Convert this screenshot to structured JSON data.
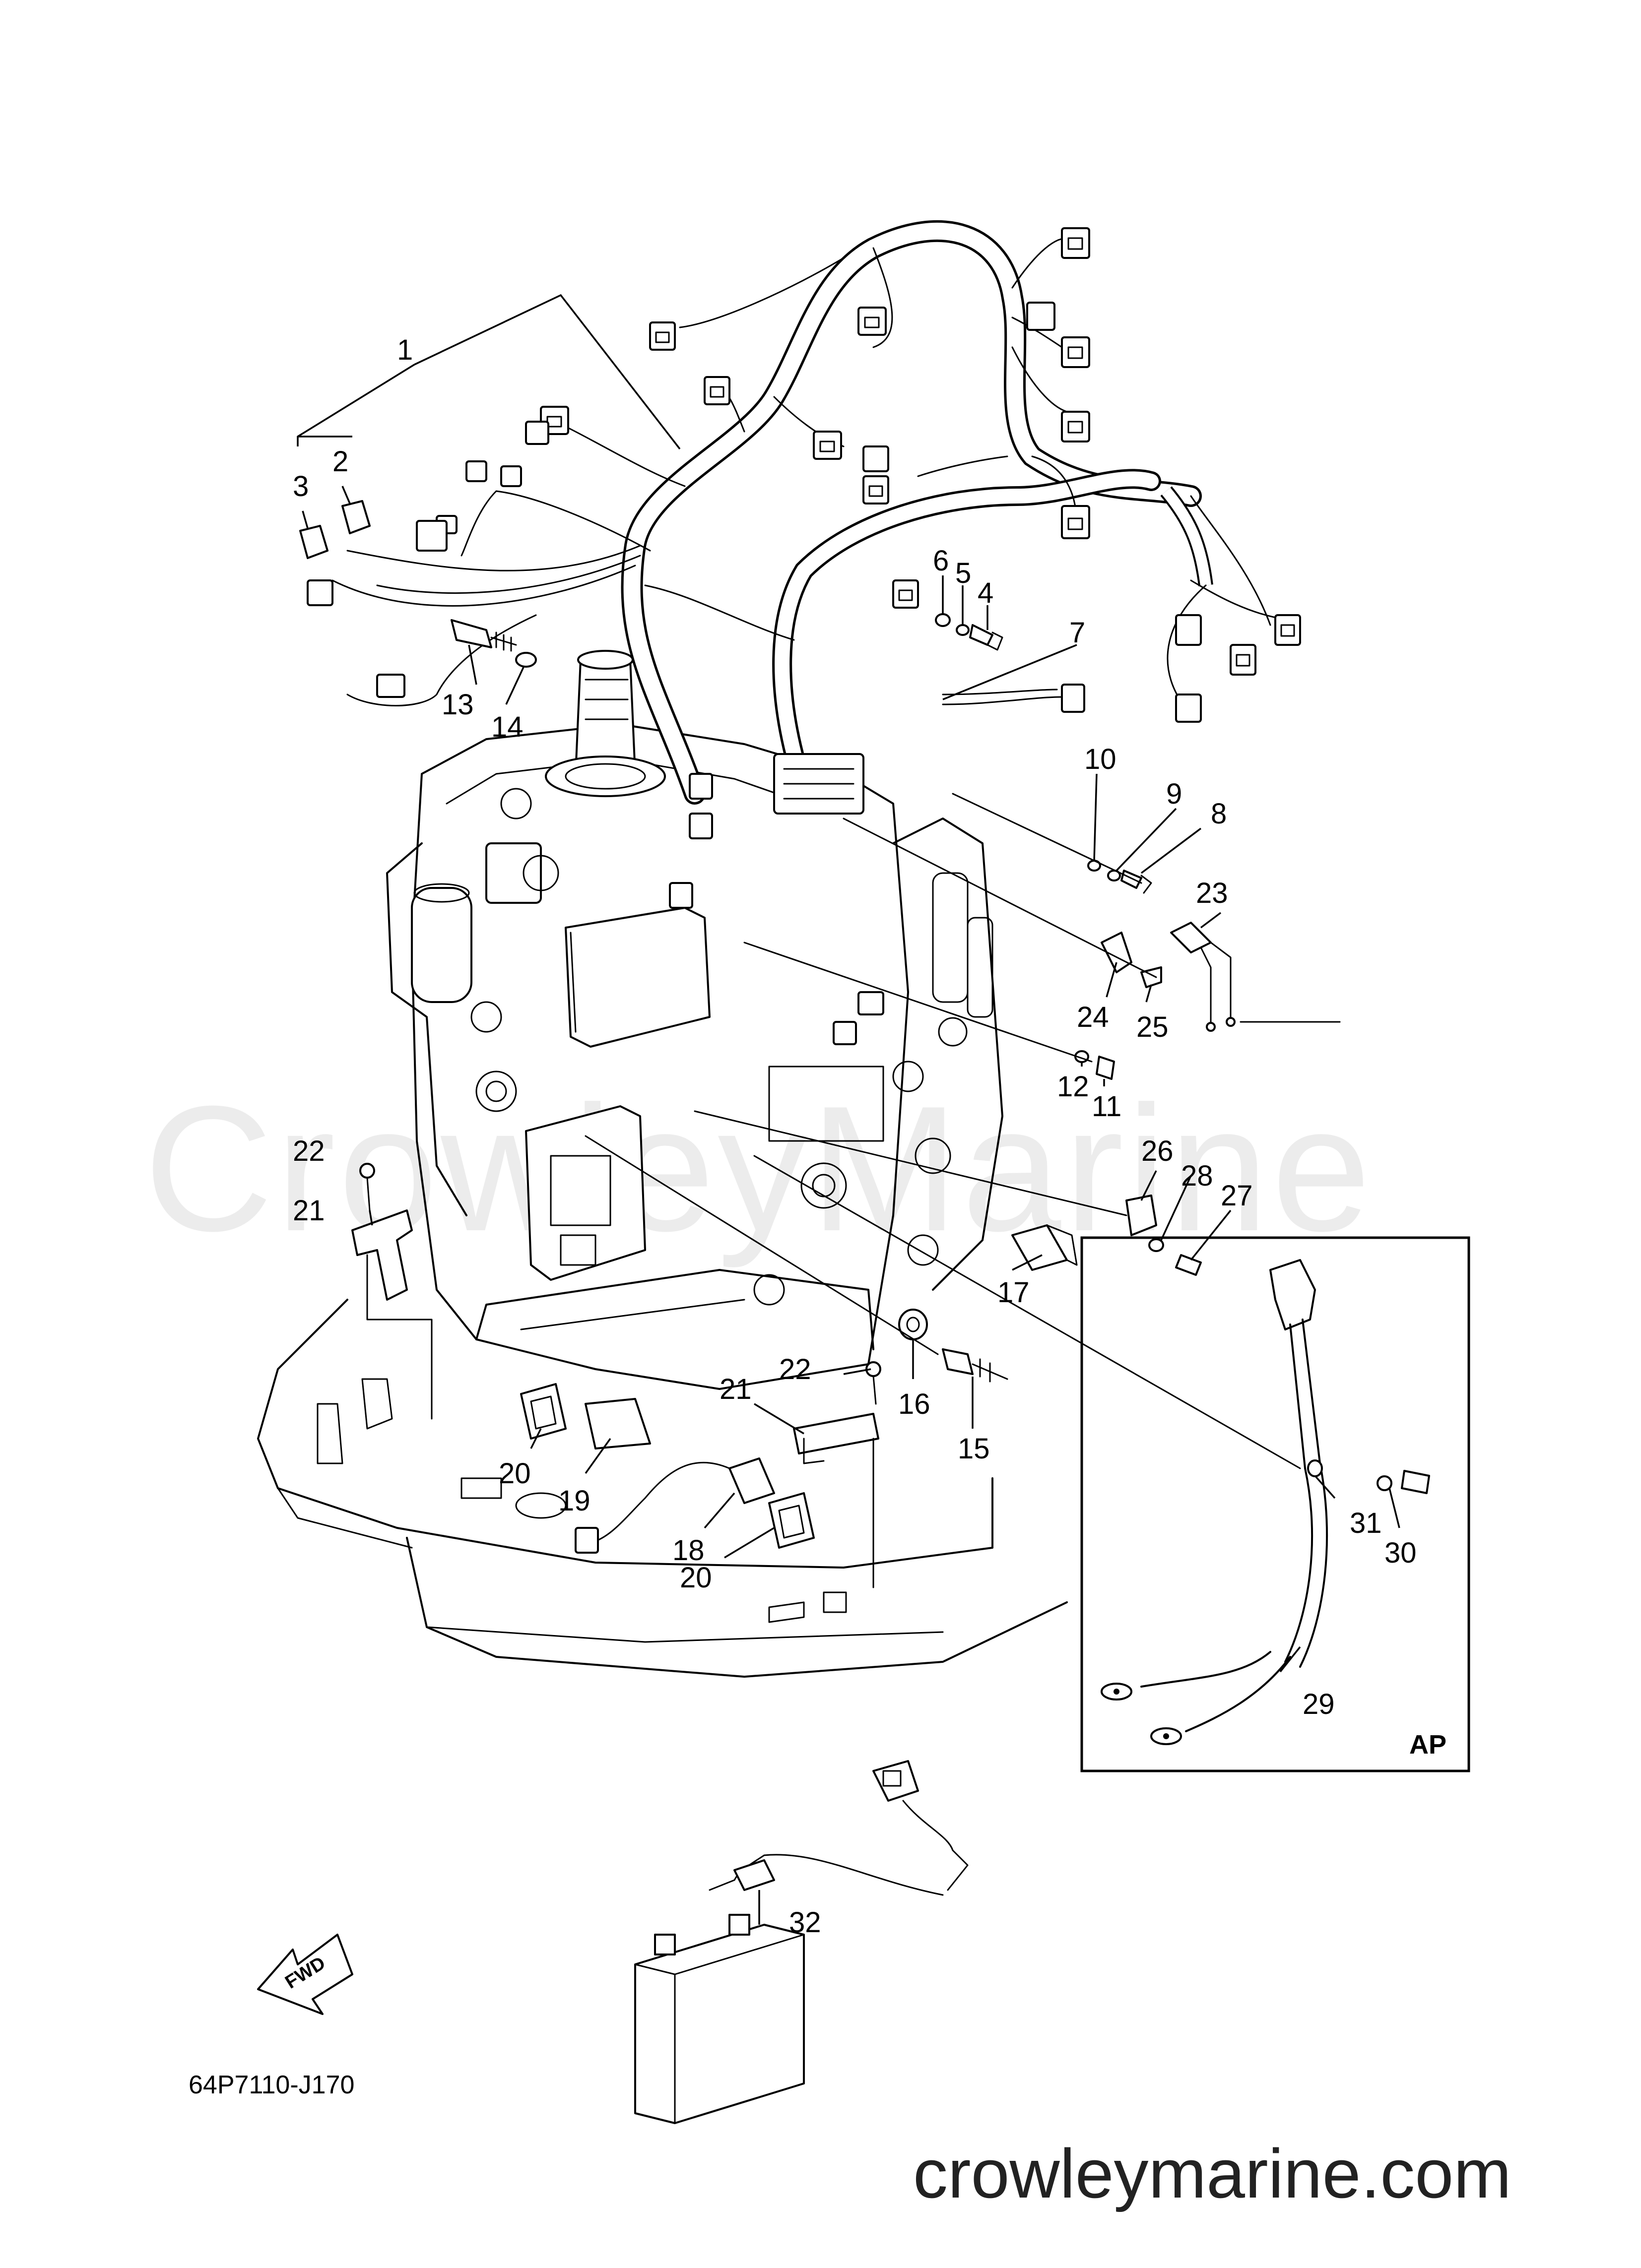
{
  "watermark": "CrowleyMarine",
  "footer_url": "crowleymarine.com",
  "diagram_code": "64P7110-J170",
  "inset_label": "AP",
  "fwd_label": "FWD",
  "callouts": {
    "c1": "1",
    "c2": "2",
    "c3": "3",
    "c4": "4",
    "c5": "5",
    "c6": "6",
    "c7": "7",
    "c8": "8",
    "c9": "9",
    "c10": "10",
    "c11": "11",
    "c12": "12",
    "c13": "13",
    "c14": "14",
    "c15": "15",
    "c16": "16",
    "c17": "17",
    "c18": "18",
    "c19": "19",
    "c20a": "20",
    "c20b": "20",
    "c21a": "21",
    "c21b": "21",
    "c22a": "22",
    "c22b": "22",
    "c23": "23",
    "c24": "24",
    "c25": "25",
    "c26": "26",
    "c27": "27",
    "c28": "28",
    "c29": "29",
    "c30": "30",
    "c31": "31",
    "c32": "32"
  }
}
